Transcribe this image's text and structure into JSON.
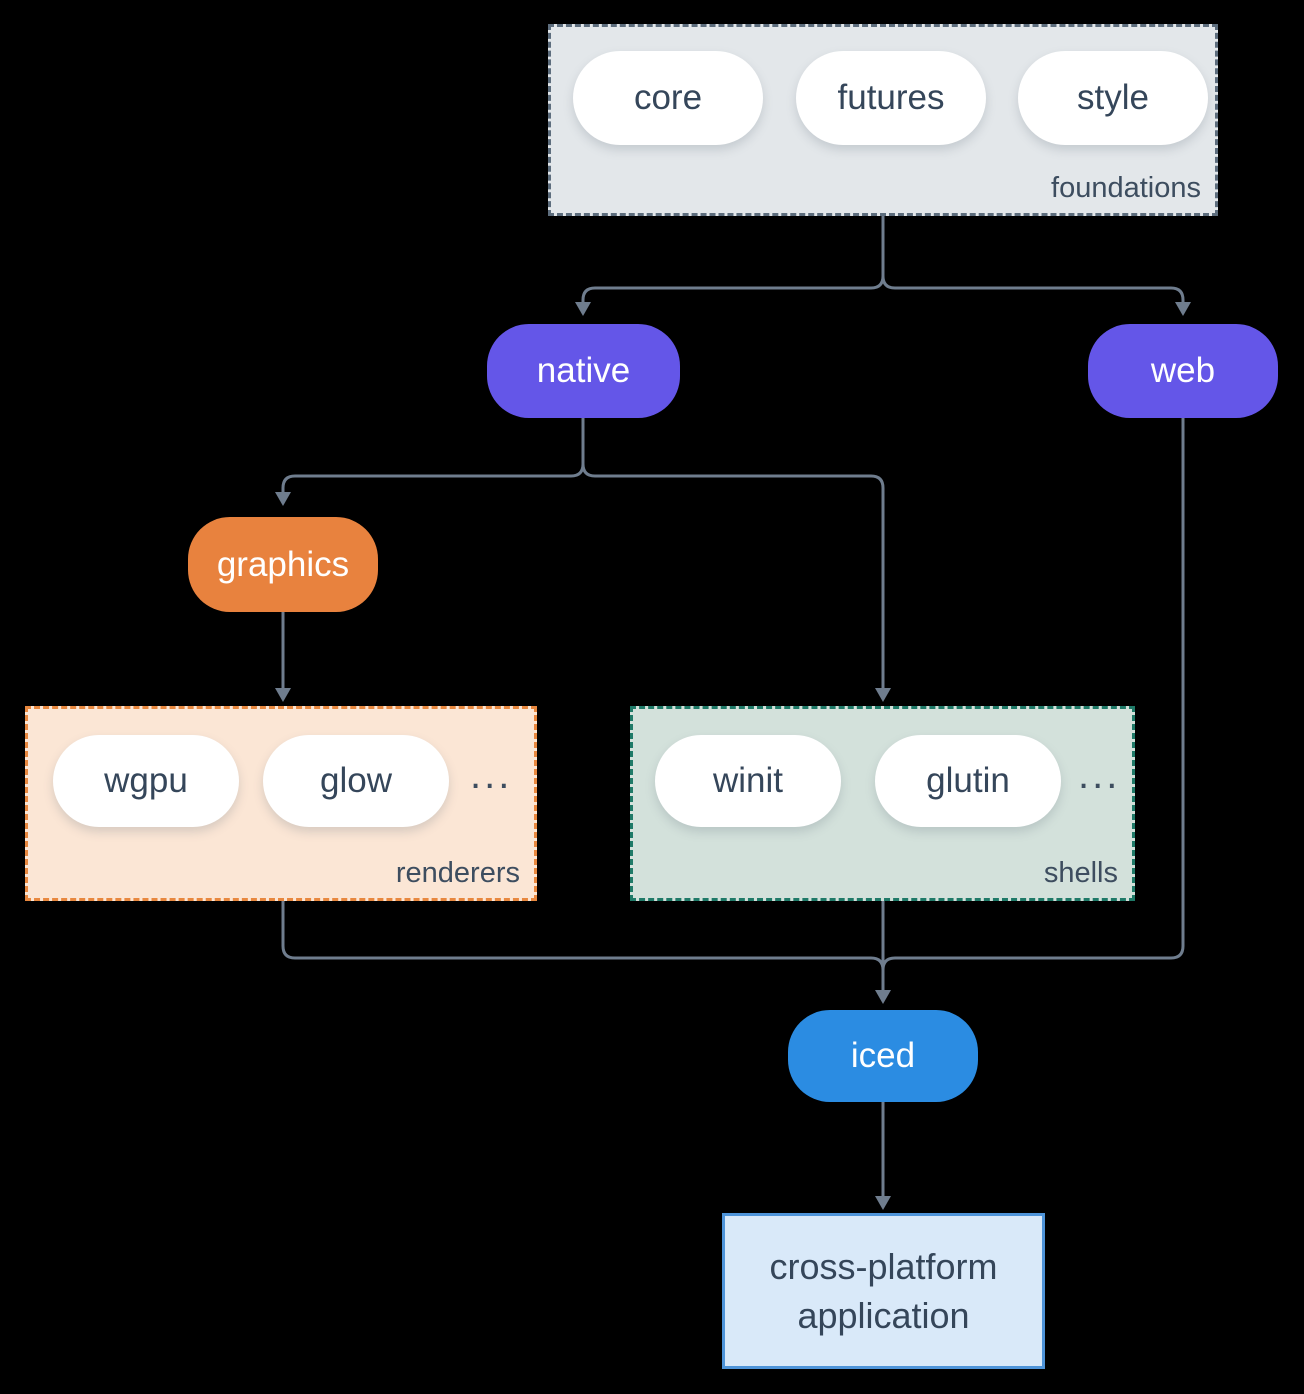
{
  "diagram": {
    "foundations": {
      "label": "foundations",
      "pills": [
        "core",
        "futures",
        "style"
      ]
    },
    "native": "native",
    "web": "web",
    "graphics": "graphics",
    "renderers": {
      "label": "renderers",
      "pills": [
        "wgpu",
        "glow"
      ],
      "more": "..."
    },
    "shells": {
      "label": "shells",
      "pills": [
        "winit",
        "glutin"
      ],
      "more": "..."
    },
    "iced": "iced",
    "app": {
      "line1": "cross-platform",
      "line2": "application"
    }
  },
  "colors": {
    "background": "#000000",
    "edge": "#6f7d8e",
    "foundations_fill": "#e3e7ea",
    "foundations_border": "#5d6d7d",
    "branch_purple": "#6456e8",
    "graphics_orange": "#e8823e",
    "renderers_fill": "#fbe6d5",
    "renderers_border": "#e8883f",
    "shells_fill": "#d3e1db",
    "shells_border": "#1f7a68",
    "iced_blue": "#2b8ce2",
    "app_fill": "#d9e9f9",
    "app_border": "#4e94d9",
    "text_dark": "#35465a",
    "label_dark": "#3d4d5f",
    "text_light": "#ffffff"
  }
}
